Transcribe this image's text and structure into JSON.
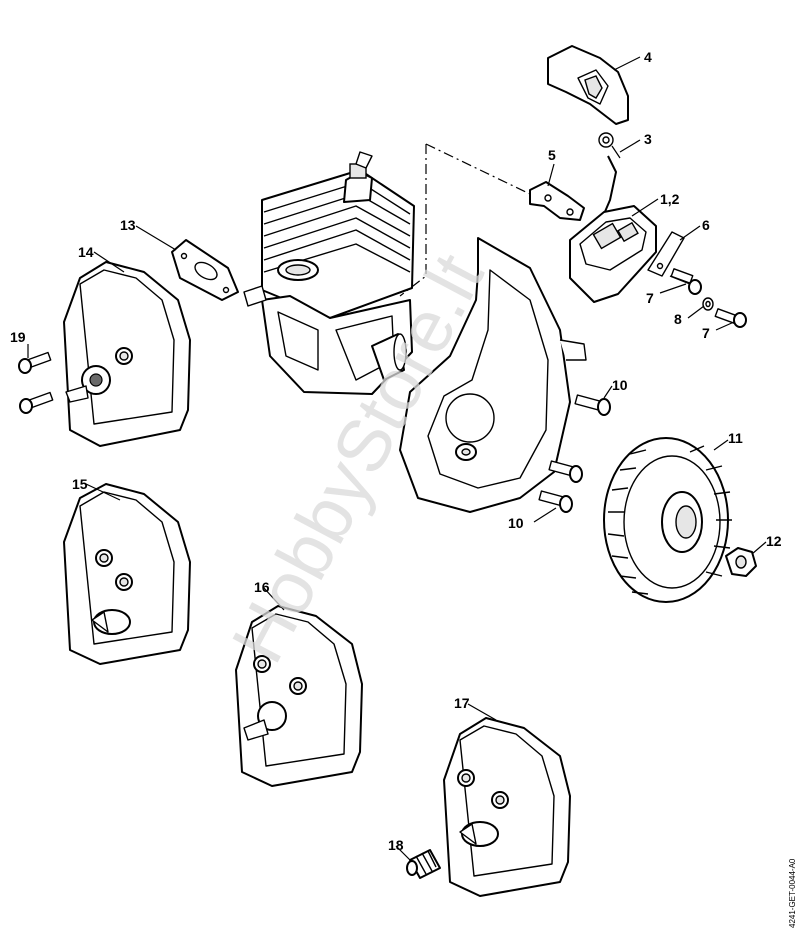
{
  "watermark_text": "HobbyStore.lt",
  "drawing_code": "4241-GET-0044-A0",
  "callouts": [
    {
      "label": "4"
    },
    {
      "label": "3"
    },
    {
      "label": "5"
    },
    {
      "label": "1,2"
    },
    {
      "label": "6"
    },
    {
      "label": "13"
    },
    {
      "label": "14"
    },
    {
      "label": "7"
    },
    {
      "label": "8"
    },
    {
      "label": "7"
    },
    {
      "label": "19"
    },
    {
      "label": "10"
    },
    {
      "label": "11"
    },
    {
      "label": "15"
    },
    {
      "label": "10"
    },
    {
      "label": "12"
    },
    {
      "label": "16"
    },
    {
      "label": "17"
    },
    {
      "label": "18"
    }
  ]
}
